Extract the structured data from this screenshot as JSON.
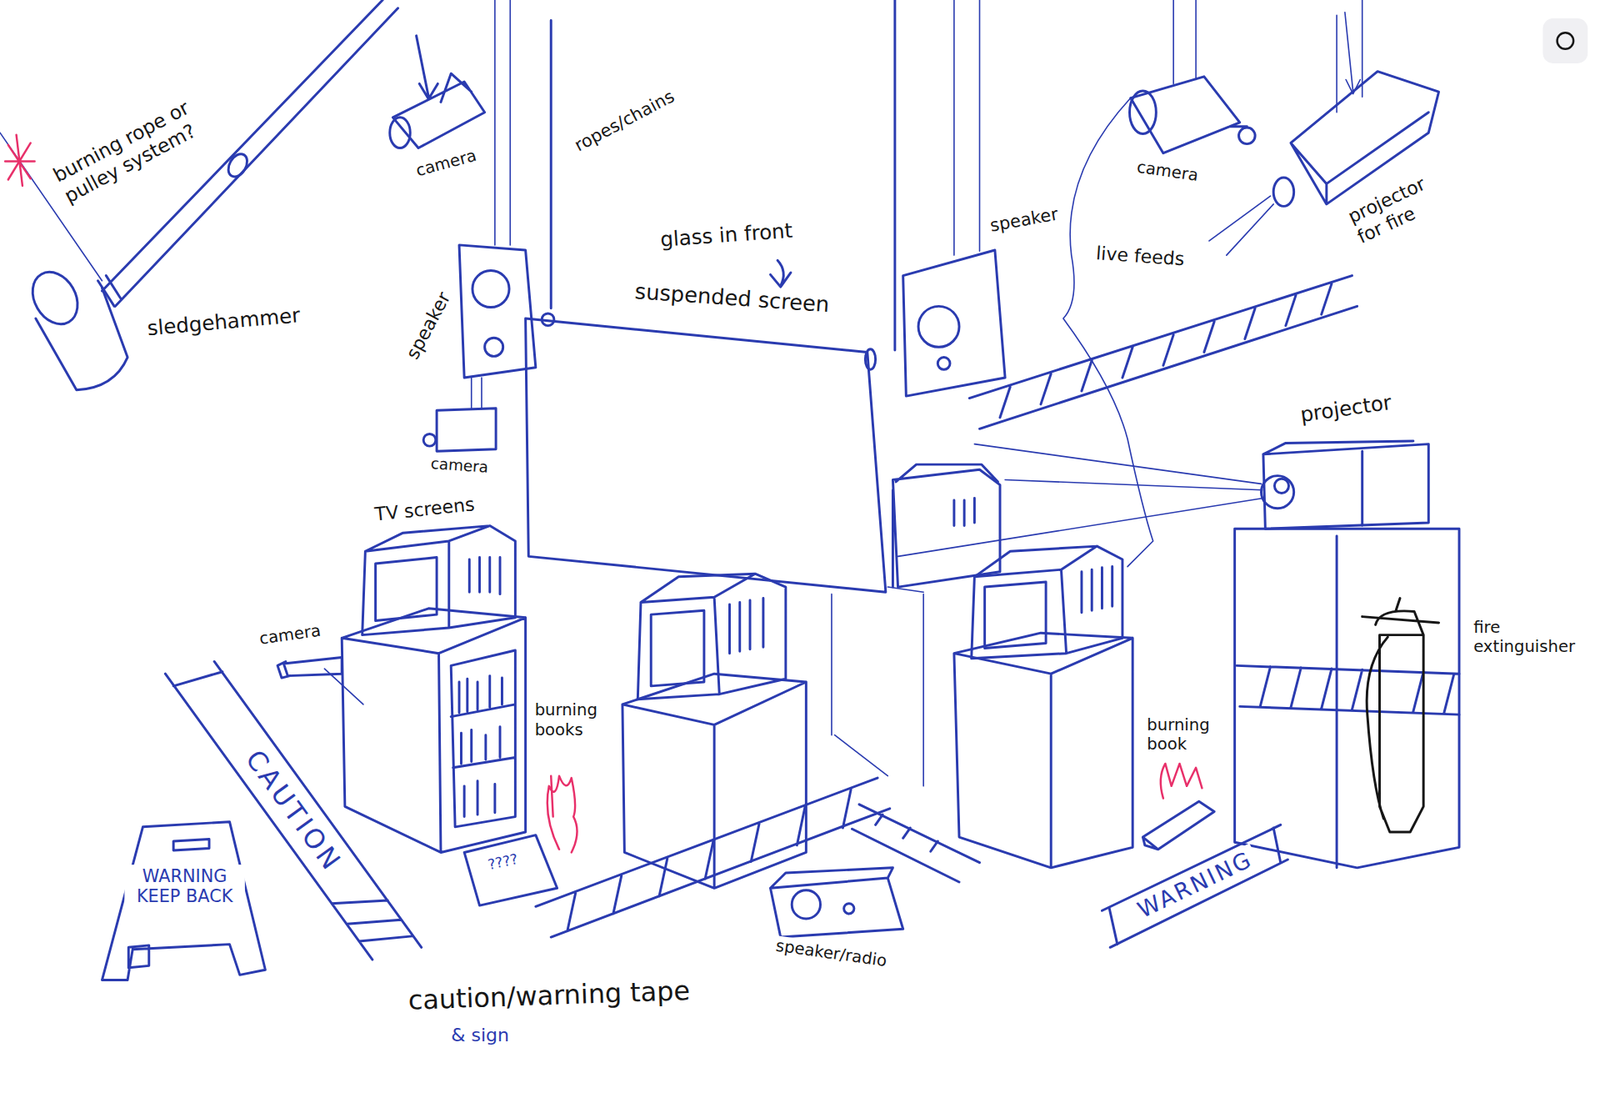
{
  "diagram": {
    "nodes": [
      {
        "text": [
          "CAUTION"
        ]
      },
      {
        "text": [
          "WARNING KEEP BACK"
        ]
      },
      {
        "text": [
          "WARNING"
        ]
      }
    ],
    "labels": [
      "burning rope or pulley system?",
      "sledgehammer",
      "camera",
      "ropes/chains",
      "speaker",
      "glass in front",
      "suspended screen",
      "camera",
      "TV screens",
      "camera",
      "burning books",
      "????",
      "speaker",
      "camera",
      "live feeds",
      "projector for fire",
      "projector",
      "burning book",
      "fire extinguisher",
      "speaker/radio",
      "caution/warning tape",
      "& sign"
    ]
  }
}
